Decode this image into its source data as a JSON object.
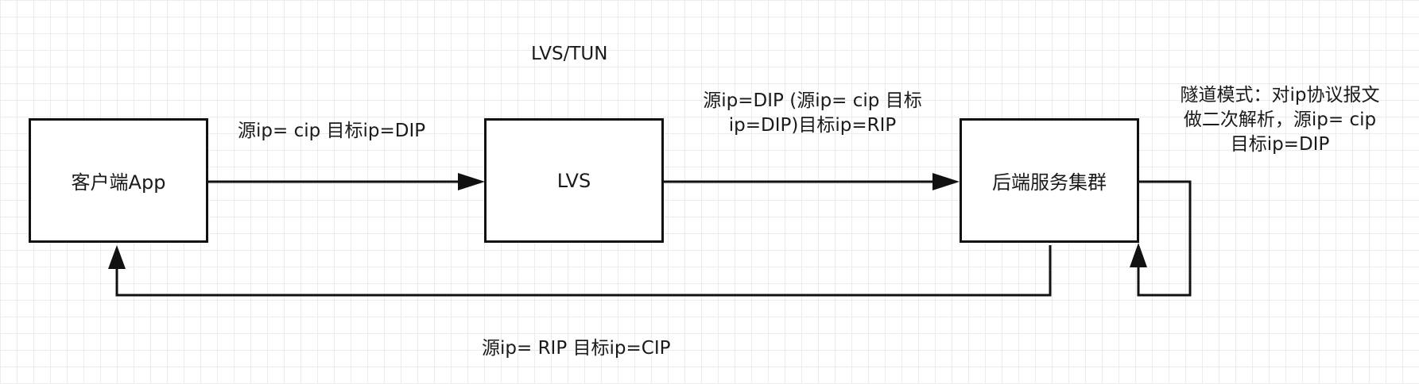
{
  "diagram": {
    "title": "LVS/TUN",
    "nodes": {
      "client": "客户端App",
      "lvs": "LVS",
      "backend": "后端服务集群"
    },
    "edges": {
      "client_to_lvs": "源ip= cip 目标ip=DIP",
      "lvs_to_backend_line1": "源ip=DIP (源ip= cip 目标",
      "lvs_to_backend_line2": "ip=DIP)目标ip=RIP",
      "backend_to_client": "源ip= RIP 目标ip=CIP"
    },
    "note": {
      "line1": "隧道模式：对ip协议报文",
      "line2": "做二次解析，源ip= cip",
      "line3": "目标ip=DIP"
    },
    "colors": {
      "stroke": "#111111",
      "grid": "#ececec",
      "background": "#ffffff"
    }
  }
}
